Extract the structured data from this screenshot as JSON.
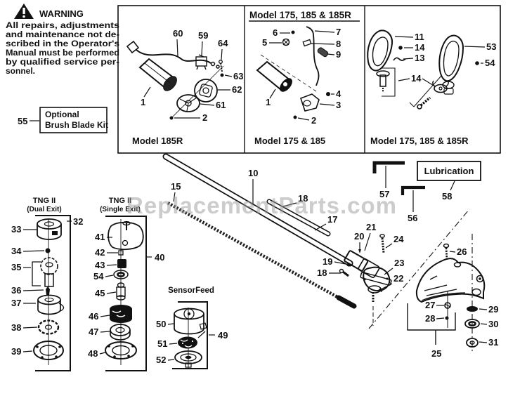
{
  "colors": {
    "ink": "#111111",
    "watermark": "#9b9b9b",
    "background": "#ffffff"
  },
  "watermark": "ReplacementParts.com",
  "warning": {
    "title": "WARNING",
    "lines": [
      "All repairs, adjustments",
      "and maintenance not de-",
      "scribed in the Operator's",
      "Manual must be performed",
      "by qualified service per-",
      "sonnel."
    ]
  },
  "kit": {
    "label_lines": [
      "Optional",
      "Brush Blade Kit"
    ]
  },
  "panels": {
    "header": "Model 175, 185 & 185R",
    "p1": "Model 185R",
    "p2": "Model 175 & 185",
    "p3": "Model 175, 185 & 185R"
  },
  "sections": {
    "dual": [
      "TNG II",
      "(Dual Exit)"
    ],
    "single": [
      "TNG II",
      "(Single Exit)"
    ],
    "sensor": "SensorFeed",
    "lubrication": "Lubrication"
  },
  "callouts": {
    "n1a": "1",
    "n1b": "1",
    "n2a": "2",
    "n2b": "2",
    "n3": "3",
    "n4": "4",
    "n5": "5",
    "n6": "6",
    "n7": "7",
    "n8": "8",
    "n9": "9",
    "n10": "10",
    "n11": "11",
    "n13": "13",
    "n14a": "14",
    "n14b": "14",
    "n15": "15",
    "n17": "17",
    "n18a": "18",
    "n18b": "18",
    "n19": "19",
    "n20": "20",
    "n21": "21",
    "n22": "22",
    "n23": "23",
    "n24": "24",
    "n25": "25",
    "n26": "26",
    "n27": "27",
    "n28": "28",
    "n29": "29",
    "n30": "30",
    "n31": "31",
    "n32": "32",
    "n33": "33",
    "n34": "34",
    "n35": "35",
    "n36": "36",
    "n37": "37",
    "n38": "38",
    "n39": "39",
    "n40": "40",
    "n41": "41",
    "n42": "42",
    "n43": "43",
    "n45": "45",
    "n46": "46",
    "n47": "47",
    "n48": "48",
    "n49": "49",
    "n50": "50",
    "n51": "51",
    "n52": "52",
    "n53": "53",
    "n54a": "54",
    "n54b": "54",
    "n55": "55",
    "n56": "56",
    "n57": "57",
    "n58": "58",
    "n59": "59",
    "n60": "60",
    "n61": "61",
    "n62": "62",
    "n63": "63",
    "n64": "64"
  }
}
